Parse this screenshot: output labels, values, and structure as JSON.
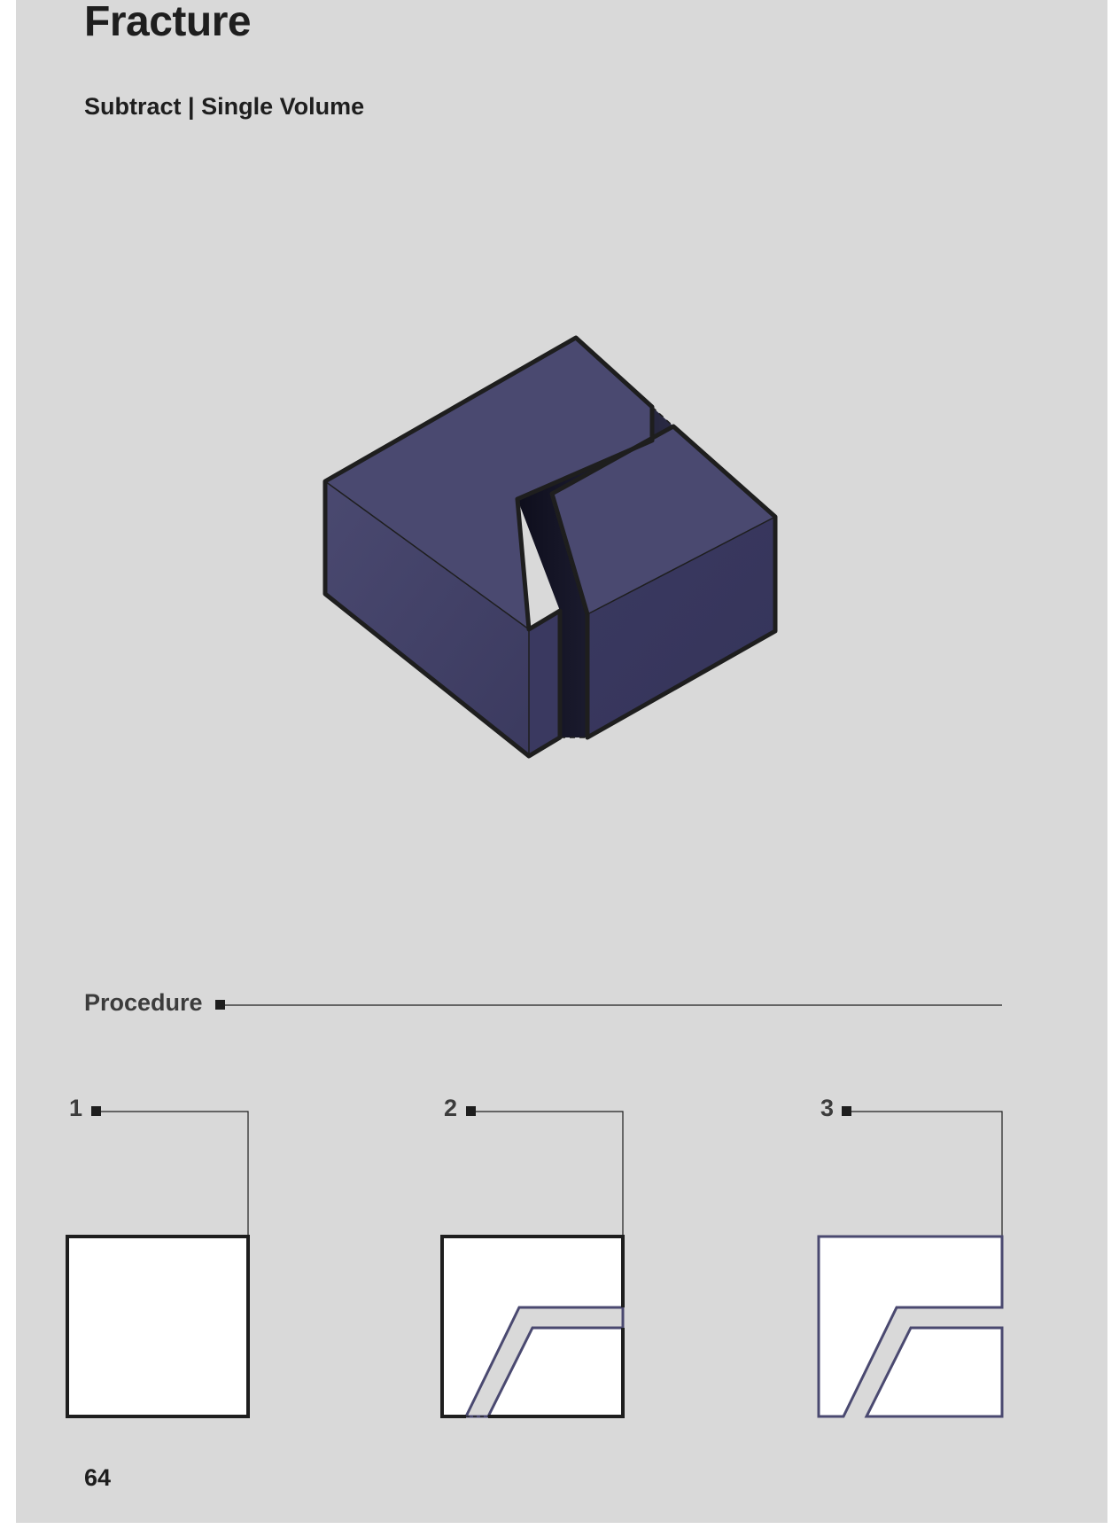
{
  "header": {
    "title": "Fracture",
    "subtitle": "Subtract | Single Volume"
  },
  "procedure": {
    "heading": "Procedure",
    "steps": [
      {
        "number": "1"
      },
      {
        "number": "2"
      },
      {
        "number": "3"
      }
    ]
  },
  "footer": {
    "page_number": "64"
  },
  "colors": {
    "page_background": "#d9d9d9",
    "volume_top": "#4a4970",
    "volume_side": "#3a3960",
    "outline": "#1e1e1e",
    "accent_outline": "#4a4970"
  }
}
